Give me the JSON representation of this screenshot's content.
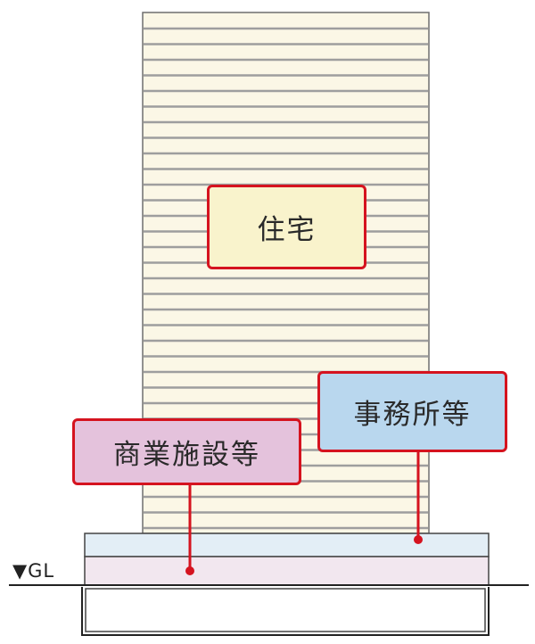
{
  "labels": {
    "residential": "住宅",
    "office": "事務所等",
    "commercial": "商業施設等"
  },
  "ground_level": {
    "marker": "▼",
    "text": "GL"
  },
  "colors": {
    "accent_red": "#d5131f",
    "tower_fill": "#fbf7e6",
    "residential_fill": "#f9f3cc",
    "office_fill": "#b9d7ee",
    "commercial_fill": "#e4c2dc"
  }
}
